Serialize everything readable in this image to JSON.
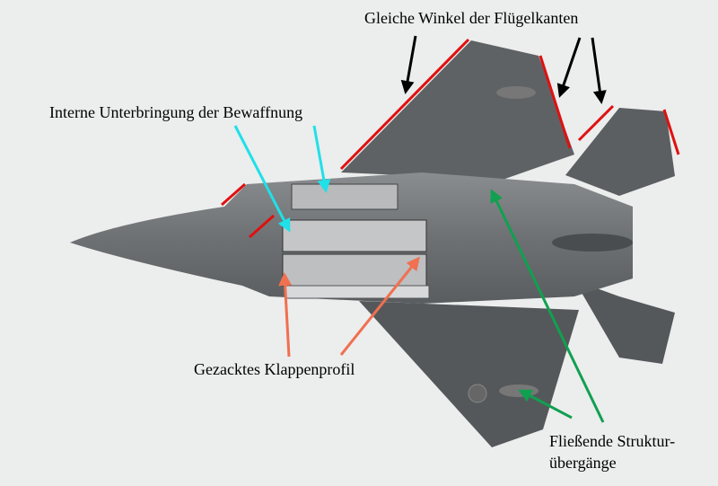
{
  "labels": {
    "wing_angles": "Gleiche Winkel der Flügelkanten",
    "internal_weapons": "Interne Unterbringung der Bewaffnung",
    "serrated_doors": "Gezacktes Klappenprofil",
    "blending_line1": "Fließende Struktur-",
    "blending_line2": "übergänge"
  },
  "colors": {
    "edge_lines": "#e01010",
    "arrow_black": "#000000",
    "arrow_cyan": "#20e0e8",
    "arrow_salmon": "#f07050",
    "arrow_green": "#10a050",
    "aircraft": "#6b6e70"
  }
}
